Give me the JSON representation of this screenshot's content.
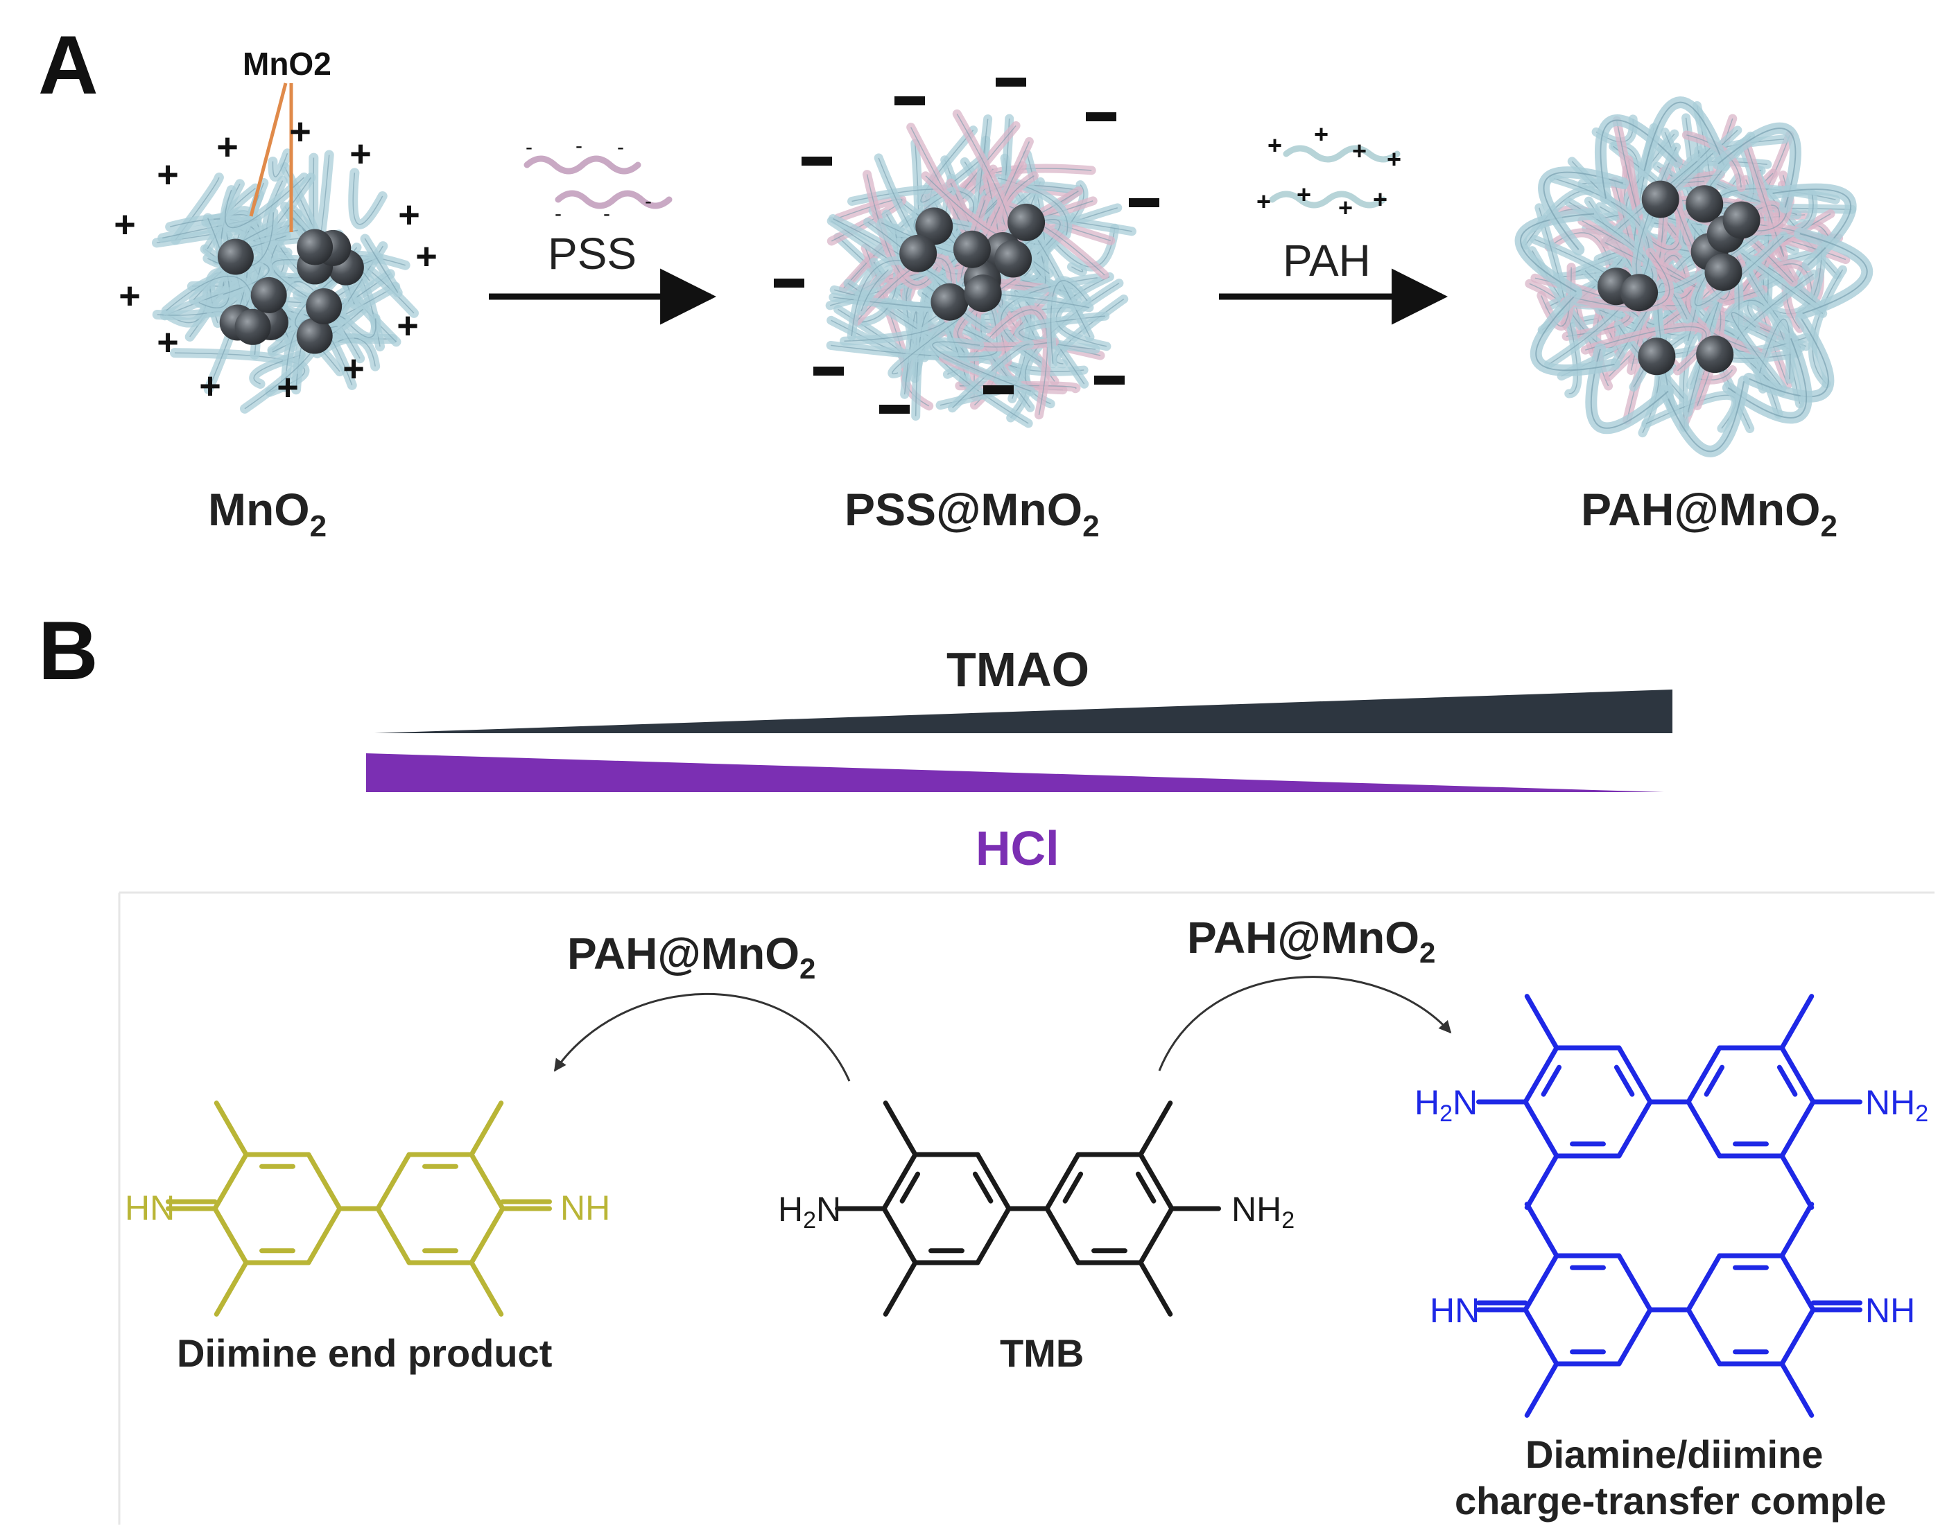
{
  "panel_a": {
    "label": "A",
    "core_callout": "MnO2",
    "step1_reagent": "PSS",
    "step2_reagent": "PAH",
    "stages": [
      "MnO2",
      "PSS@MnO2",
      "PAH@MnO2"
    ]
  },
  "panel_b": {
    "label": "B",
    "gradient_top_label": "TMAO",
    "gradient_bottom_label": "HCl",
    "left_catalyst": "PAH@MnO2",
    "right_catalyst": "PAH@MnO2",
    "left_product_label": "Diimine end product",
    "center_label": "TMB",
    "right_product_label_line1": "Diamine/diimine",
    "right_product_label_line2": "charge-transfer comple",
    "groups": {
      "amine_left": "H2N",
      "amine_right": "NH2",
      "imine_left": "HN",
      "imine_right": "NH"
    }
  },
  "colors": {
    "diimine": "#b9b536",
    "complex": "#1e28e6",
    "tmb": "#1a1a1a",
    "tmao_wedge": "#2d3640",
    "hcl_wedge": "#7b2fb3",
    "hcl_text": "#7b2fb3",
    "callout_line": "#e08a4a",
    "polymer_blue": "#a9cdd8",
    "polymer_pink": "#d9b6c8",
    "core_sphere": "#4a4f55"
  }
}
